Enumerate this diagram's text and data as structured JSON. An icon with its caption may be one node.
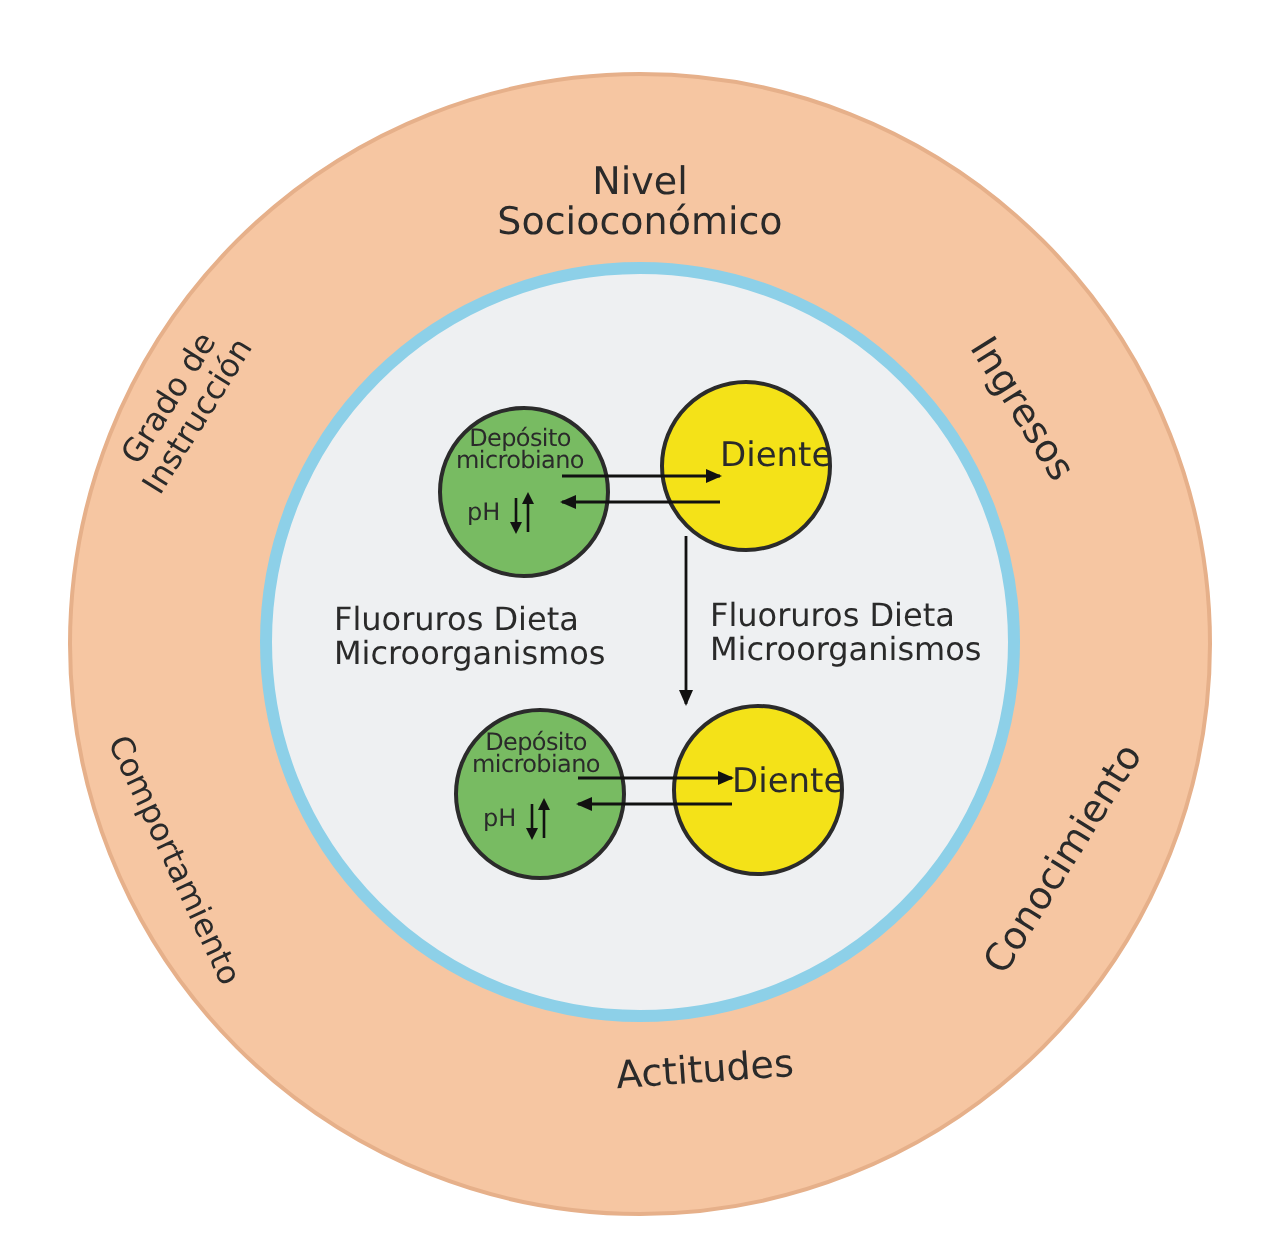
{
  "diagram": {
    "nodes": [
      {
        "text": [
          "Nivel Socioconómico",
          "Ingresos",
          "Conocimiento",
          "Actitudes",
          "Comportamiento",
          "Grado de Instrucción"
        ]
      },
      {
        "text": [
          "Fluoruros Dieta Microorganismos",
          "Fluoruros Dieta Microorganismos"
        ],
        "in": 0
      },
      {
        "text": [
          "Depósito microbiano",
          "pH"
        ],
        "in": 1
      },
      {
        "text": [
          "Diente"
        ],
        "in": 1
      },
      {
        "text": [
          "Depósito microbiano",
          "pH"
        ],
        "in": 1
      },
      {
        "text": [
          "Diente"
        ],
        "in": 1
      }
    ],
    "edges": [
      {
        "from": 2,
        "to": 3,
        "arrow": "to"
      },
      {
        "from": 3,
        "to": 2,
        "arrow": "to"
      },
      {
        "from": 3,
        "to": 5,
        "arrow": "to"
      },
      {
        "from": 4,
        "to": 5,
        "arrow": "to"
      },
      {
        "from": 5,
        "to": 4,
        "arrow": "to"
      }
    ]
  }
}
